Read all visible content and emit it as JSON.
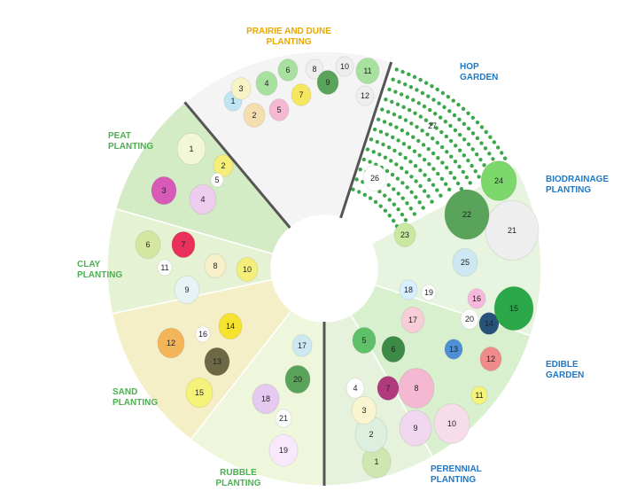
{
  "colors": {
    "green": "#4caf50",
    "blue": "#1e78c8",
    "yellow": "#e8a800"
  },
  "labels": {
    "prairie": "PRAIRIE AND DUNE\nPLANTING",
    "hop": "HOP\nGARDEN",
    "biodrainage": "BIODRAINAGE\nPLANTING",
    "edible": "EDIBLE\nGARDEN",
    "perennial": "PERENNIAL\nPLANTING",
    "rubble": "RUBBLE\nPLANTING",
    "sand": "SAND\nPLANTING",
    "clay": "CLAY\nPLANTING",
    "peat": "PEAT\nPLANTING"
  },
  "sectors": [
    {
      "id": "prairie",
      "color": "#f4f4f4"
    },
    {
      "id": "hop",
      "color": "#ffffff"
    },
    {
      "id": "biodrainage",
      "color": "#e7f5e0"
    },
    {
      "id": "edible",
      "color": "#d9f0cf"
    },
    {
      "id": "perennial",
      "color": "#e6f2dc"
    },
    {
      "id": "rubble",
      "color": "#eef6dc"
    },
    {
      "id": "sand",
      "color": "#f4efc6"
    },
    {
      "id": "clay",
      "color": "#e5f2d4"
    },
    {
      "id": "peat",
      "color": "#d4ecc6"
    }
  ],
  "plants": {
    "prairie": [
      "1",
      "2",
      "3",
      "4",
      "5",
      "6",
      "7",
      "8",
      "9",
      "10",
      "11",
      "12"
    ],
    "hop": [
      "27"
    ],
    "biodrainage": [
      "21",
      "22",
      "23",
      "24",
      "25",
      "26"
    ],
    "edible": [
      "11",
      "12",
      "13",
      "14",
      "15",
      "16",
      "17",
      "18",
      "19",
      "20"
    ],
    "perennial": [
      "1",
      "2",
      "3",
      "4",
      "5",
      "6",
      "7",
      "8",
      "9",
      "10"
    ],
    "rubble": [
      "17",
      "18",
      "19",
      "20",
      "21"
    ],
    "sand": [
      "12",
      "13",
      "14",
      "15",
      "16"
    ],
    "clay": [
      "6",
      "7",
      "8",
      "9",
      "10",
      "11"
    ],
    "peat": [
      "1",
      "2",
      "3",
      "4",
      "5"
    ]
  }
}
